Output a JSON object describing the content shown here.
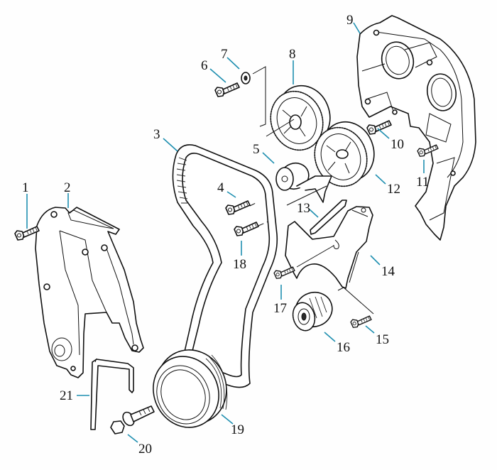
{
  "diagram": {
    "title": "Timing belt assembly exploded view",
    "leader_color": "#1f8fb0",
    "line_color": "#111111",
    "callouts": [
      {
        "id": "1",
        "label": "1",
        "part": "bolt"
      },
      {
        "id": "2",
        "label": "2",
        "part": "lower-timing-cover"
      },
      {
        "id": "3",
        "label": "3",
        "part": "timing-belt"
      },
      {
        "id": "4",
        "label": "4",
        "part": "bolt"
      },
      {
        "id": "5",
        "label": "5",
        "part": "tensioner-pulley"
      },
      {
        "id": "6",
        "label": "6",
        "part": "bolt"
      },
      {
        "id": "7",
        "label": "7",
        "part": "washer"
      },
      {
        "id": "8",
        "label": "8",
        "part": "camshaft-sprocket"
      },
      {
        "id": "9",
        "label": "9",
        "part": "upper-rear-cover"
      },
      {
        "id": "10",
        "label": "10",
        "part": "bolt"
      },
      {
        "id": "11",
        "label": "11",
        "part": "bolt"
      },
      {
        "id": "12",
        "label": "12",
        "part": "camshaft-sprocket"
      },
      {
        "id": "13",
        "label": "13",
        "part": "bracket"
      },
      {
        "id": "14",
        "label": "14",
        "part": "inner-cover"
      },
      {
        "id": "15",
        "label": "15",
        "part": "bolt"
      },
      {
        "id": "16",
        "label": "16",
        "part": "idler-pulley"
      },
      {
        "id": "17",
        "label": "17",
        "part": "bolt"
      },
      {
        "id": "18",
        "label": "18",
        "part": "bolt"
      },
      {
        "id": "19",
        "label": "19",
        "part": "crankshaft-pulley"
      },
      {
        "id": "20",
        "label": "20",
        "part": "crank-bolt-with-washer"
      },
      {
        "id": "21",
        "label": "21",
        "part": "guide-bracket"
      }
    ]
  }
}
